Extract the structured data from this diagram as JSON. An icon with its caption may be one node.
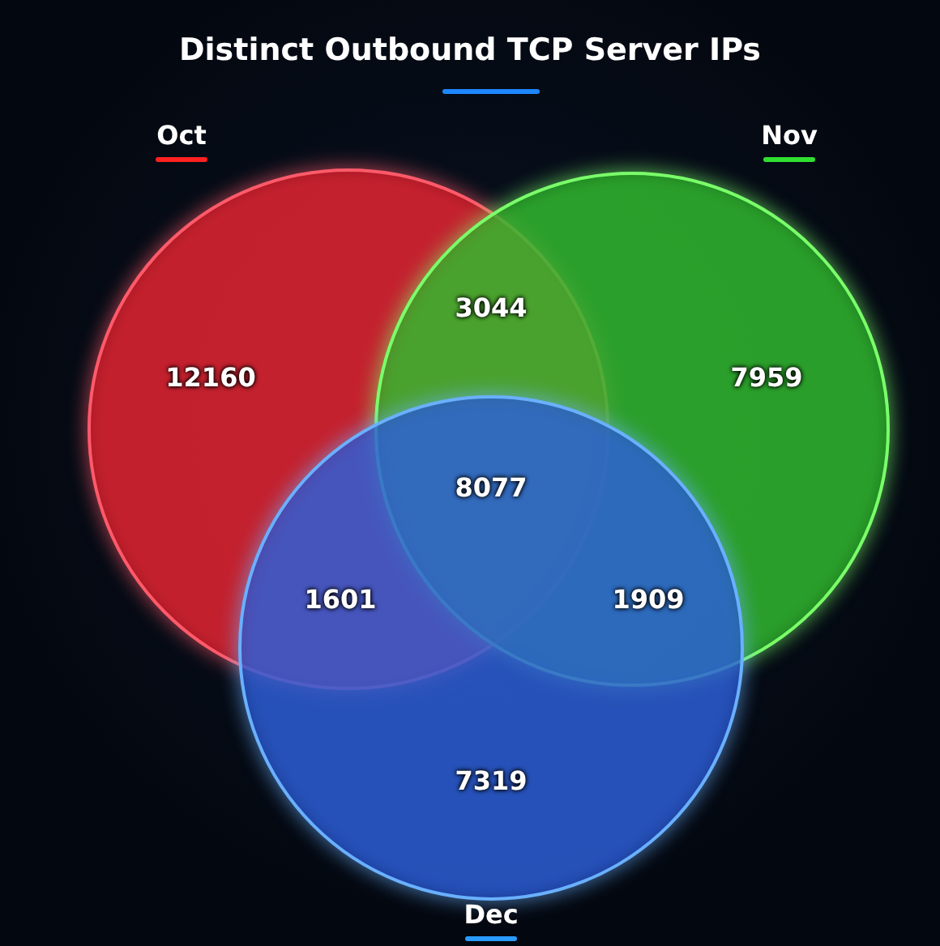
{
  "diagram": {
    "title": "Distinct Outbound TCP Server IPs",
    "nodes": [
      {
        "text": [
          "Oct"
        ]
      },
      {
        "text": [
          "Nov"
        ]
      },
      {
        "text": [
          "Dec"
        ]
      }
    ],
    "labels": [
      "3044",
      "12160",
      "7959",
      "8077",
      "1601",
      "1909",
      "7319"
    ]
  }
}
